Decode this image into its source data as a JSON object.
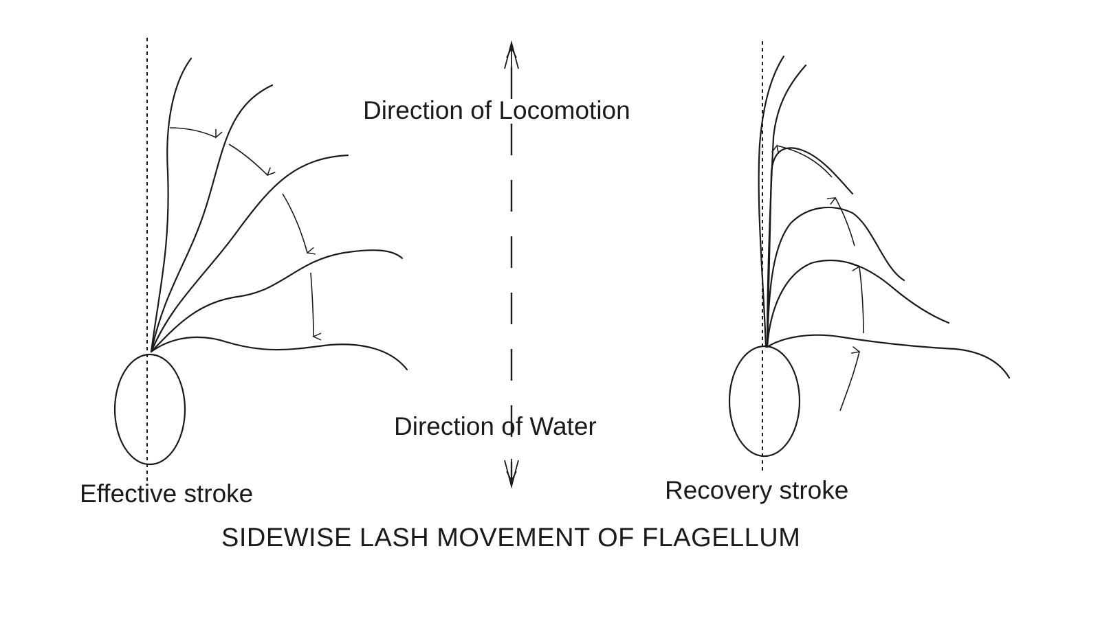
{
  "labels": {
    "locomotion": "Direction of Locomotion",
    "water": "Direction of Water",
    "effective": "Effective stroke",
    "recovery": "Recovery stroke",
    "title": "SIDEWISE LASH MOVEMENT OF FLAGELLUM"
  },
  "colors": {
    "ink": "#1a1a1a",
    "background": "#ffffff"
  }
}
